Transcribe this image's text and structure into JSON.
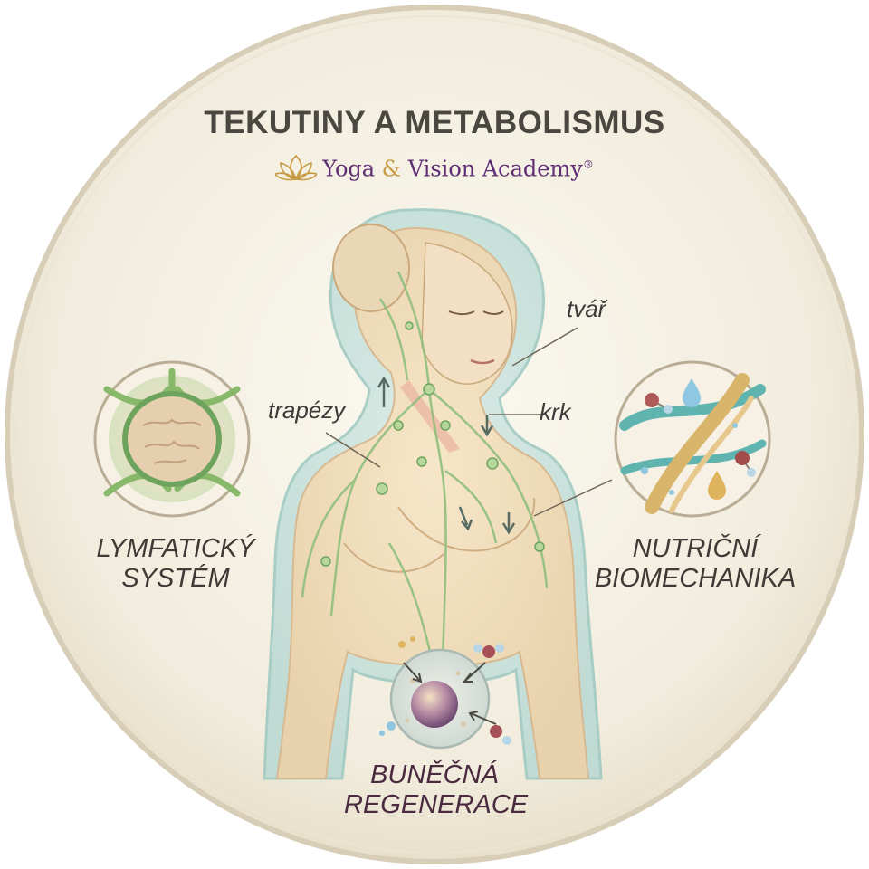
{
  "title": "TEKUTINY A METABOLISMUS",
  "brand": {
    "name_part1": "Yoga",
    "ampersand": "&",
    "name_part2": "Vision Academy",
    "mark": "®"
  },
  "labels": {
    "face": "tvář",
    "neck": "krk",
    "trapezius": "trapézy",
    "lymphatic_line1": "LYMFATICKÝ",
    "lymphatic_line2": "SYSTÉM",
    "nutrition_line1": "NUTRIČNÍ",
    "nutrition_line2": "BIOMECHANIKA",
    "cell_line1": "BUNĚČNÁ",
    "cell_line2": "REGENERACE"
  },
  "colors": {
    "background_disc": "#f3efe3",
    "disc_border": "#d8ceb7",
    "title": "#4a4740",
    "brand_purple": "#5e2d73",
    "brand_gold": "#c79a43",
    "lymph_green": "#8fbf7d",
    "body_outline_teal": "#9cc8c0",
    "skin": "#f1d9b8",
    "fiber_teal": "#5fb4b0",
    "fiber_gold": "#d8b56b"
  },
  "icons": [
    "lotus-icon",
    "lymph-node-icon",
    "molecule-icon",
    "water-drop-icon",
    "cell-icon",
    "arrow-icon"
  ]
}
